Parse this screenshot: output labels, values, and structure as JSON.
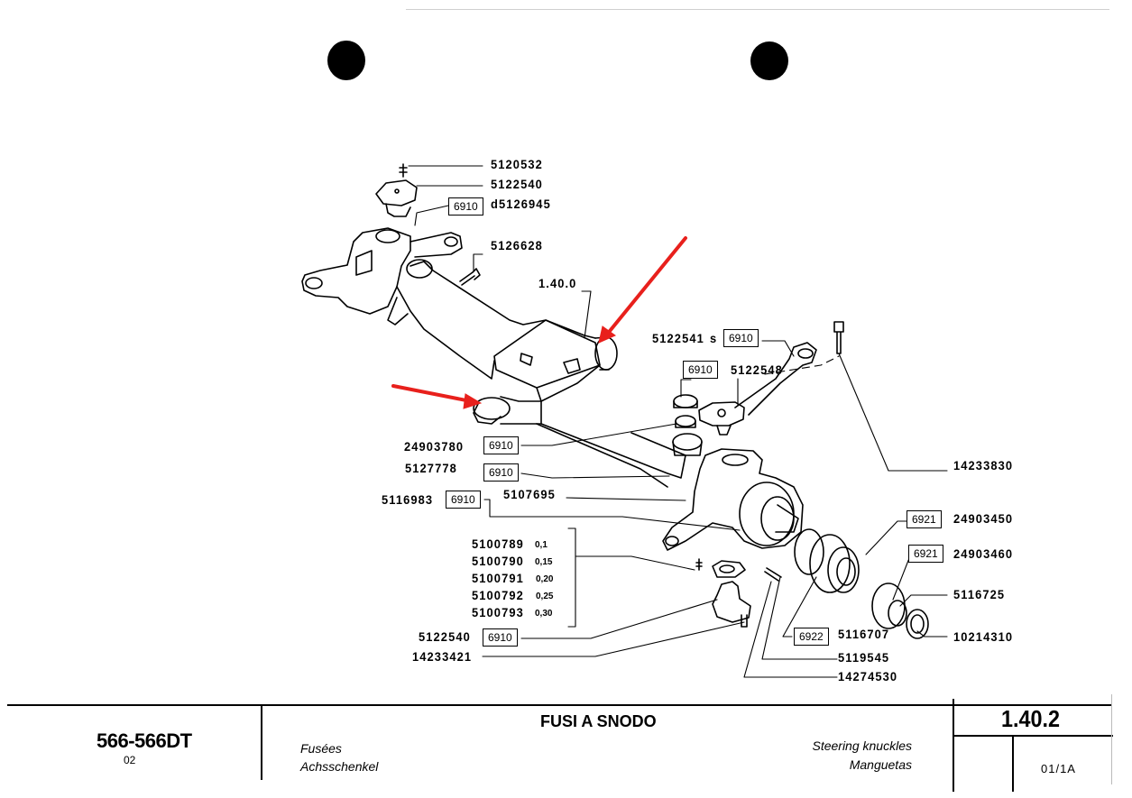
{
  "document": {
    "model": "566-566DT",
    "model_sub": "02",
    "title": "FUSI A SNODO",
    "translations": {
      "fr": "Fusées",
      "de": "Achsschenkel",
      "en": "Steering knuckles",
      "es": "Manguetas"
    },
    "section_number": "1.40.2",
    "page_code": "01/1A"
  },
  "reference": "1.40.0",
  "annotations": {
    "arrow_color": "#e8201c",
    "arrow_count": 2
  },
  "callouts": [
    {
      "part": "5120532"
    },
    {
      "part": "5122540"
    },
    {
      "part": "d5126945",
      "code": "6910"
    },
    {
      "part": "5126628"
    },
    {
      "part": "5122541",
      "suffix": "s",
      "code": "6910"
    },
    {
      "part": "5122548",
      "code": "6910"
    },
    {
      "part": "24903780",
      "code": "6910"
    },
    {
      "part": "5127778",
      "code": "6910"
    },
    {
      "part": "5116983",
      "code": "6910"
    },
    {
      "part": "5107695"
    },
    {
      "part": "14233830"
    },
    {
      "part": "24903450",
      "code": "6921"
    },
    {
      "part": "24903460",
      "code": "6921"
    },
    {
      "part": "5116725"
    },
    {
      "part": "10214310"
    },
    {
      "part": "5116707",
      "code": "6922"
    },
    {
      "part": "5119545"
    },
    {
      "part": "14274530"
    },
    {
      "part": "5122540",
      "code": "6910"
    },
    {
      "part": "14233421"
    }
  ],
  "shims": [
    {
      "part": "5100789",
      "thickness": "0,1"
    },
    {
      "part": "5100790",
      "thickness": "0,15"
    },
    {
      "part": "5100791",
      "thickness": "0,20"
    },
    {
      "part": "5100792",
      "thickness": "0,25"
    },
    {
      "part": "5100793",
      "thickness": "0,30"
    }
  ]
}
